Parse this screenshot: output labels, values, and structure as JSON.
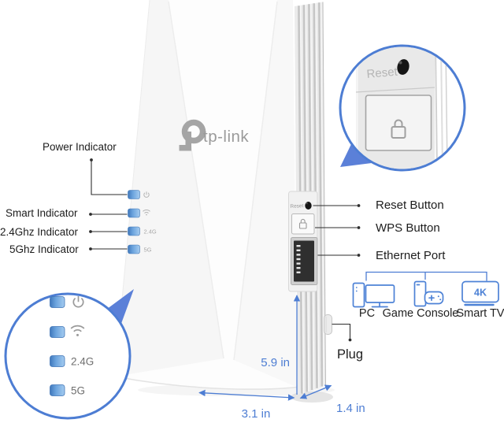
{
  "colors": {
    "accent": "#4d7dd3",
    "led_blue": "#5d9ad8",
    "logo_gray": "#9a9a9a"
  },
  "brand": {
    "logo_text": "tp-link"
  },
  "left_callouts": [
    {
      "label": "Power Indicator",
      "icon": "power-icon"
    },
    {
      "label": "Smart Indicator",
      "icon": "wifi-icon"
    },
    {
      "label": "2.4Ghz Indicator",
      "icon": "led-2-4g"
    },
    {
      "label": "5Ghz Indicator",
      "icon": "led-5g"
    }
  ],
  "right_callouts": [
    {
      "label": "Reset Button"
    },
    {
      "label": "WPS Button"
    },
    {
      "label": "Ethernet Port"
    }
  ],
  "plug_label": "Plug",
  "reset_label": "Reset",
  "led_labels": {
    "band24": "2.4G",
    "band5": "5G"
  },
  "dimensions": {
    "height": "5.9 in",
    "width": "3.1 in",
    "depth": "1.4 in"
  },
  "connected_devices": [
    {
      "label": "PC",
      "icon": "pc-icon"
    },
    {
      "label": "Game Console",
      "icon": "game-console-icon"
    },
    {
      "label": "Smart TV",
      "icon": "smart-tv-icon",
      "badge": "4K"
    }
  ],
  "icons": [
    "power-icon",
    "wifi-icon",
    "reset-pinhole-icon",
    "lock-icon",
    "ethernet-port",
    "plug-nub",
    "pc-icon",
    "game-console-icon",
    "smart-tv-icon",
    "tp-link-logo-icon"
  ]
}
